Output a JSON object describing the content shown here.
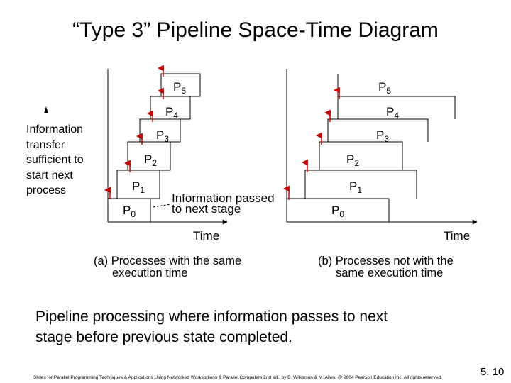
{
  "title": "“Type 3” Pipeline Space-Time Diagram",
  "side_label": "Information transfer sufficient to start next process",
  "left_panel": {
    "processes": [
      "P0",
      "P1",
      "P2",
      "P3",
      "P4",
      "P5"
    ],
    "annotation_line1": "Information passed",
    "annotation_line2": "to next stage",
    "axis_label": "Time",
    "caption_line1": "(a) Processes with the same",
    "caption_line2": "execution time"
  },
  "right_panel": {
    "processes": [
      "P0",
      "P1",
      "P2",
      "P3",
      "P4",
      "P5"
    ],
    "axis_label": "Time",
    "caption_line1": "(b) Processes not with the",
    "caption_line2": "same execution time"
  },
  "body_text_line1": "Pipeline processing where information passes to next",
  "body_text_line2": "stage before previous state completed.",
  "footer": "Slides for Parallel Programming Techniques & Applications Using Networked Workstations & Parallel Computers 2nd ed., by B. Wilkinson & M. Allen, @ 2004 Pearson Education Inc. All rights reserved.",
  "page_number": "5. 10",
  "colors": {
    "arrow": "#cc0000",
    "line": "#000000"
  }
}
